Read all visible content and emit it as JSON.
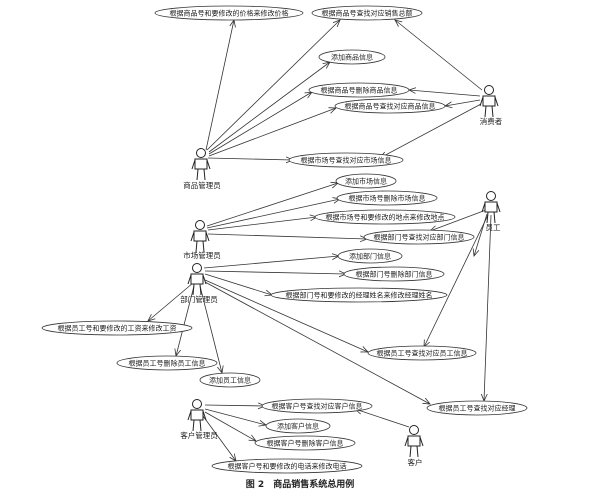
{
  "actors": {
    "goods_manager": "商品管理员",
    "consumer": "消费者",
    "market_manager": "市场管理员",
    "employee": "员工",
    "dept_manager": "部门管理员",
    "customer_manager": "客户管理员",
    "customer": "客户"
  },
  "use_cases": {
    "modify_price": "根据商品号和要修改的价格来修改价格",
    "query_sales": "根据商品号查找对应销售总额",
    "add_goods": "添加商品信息",
    "delete_goods": "根据商品号删除商品信息",
    "query_goods": "根据商品号查找对应商品信息",
    "query_market": "根据市场号查找对应市场信息",
    "add_market": "添加市场信息",
    "delete_market": "根据市场号删除市场信息",
    "modify_market": "根据市场号和要修改的地点来修改地点",
    "query_dept": "根据部门号查找对应部门信息",
    "add_dept": "添加部门信息",
    "delete_dept": "根据部门号删除部门信息",
    "modify_dept": "根据部门号和要修改的经理姓名来修改经理姓名",
    "modify_salary": "根据员工号和要修改的工资来修改工资",
    "query_emp": "根据员工号查找对应员工信息",
    "delete_emp": "根据员工号删除员工信息",
    "add_emp": "添加员工信息",
    "query_manager": "根据员工号查找对应经理",
    "query_customer": "根据客户号查找对应客户信息",
    "add_customer": "添加客户信息",
    "delete_customer": "根据客户号删除客户信息",
    "modify_phone": "根据客户号和要修改的电话来修改电话"
  },
  "caption": "图 2　商品销售系统总用例"
}
